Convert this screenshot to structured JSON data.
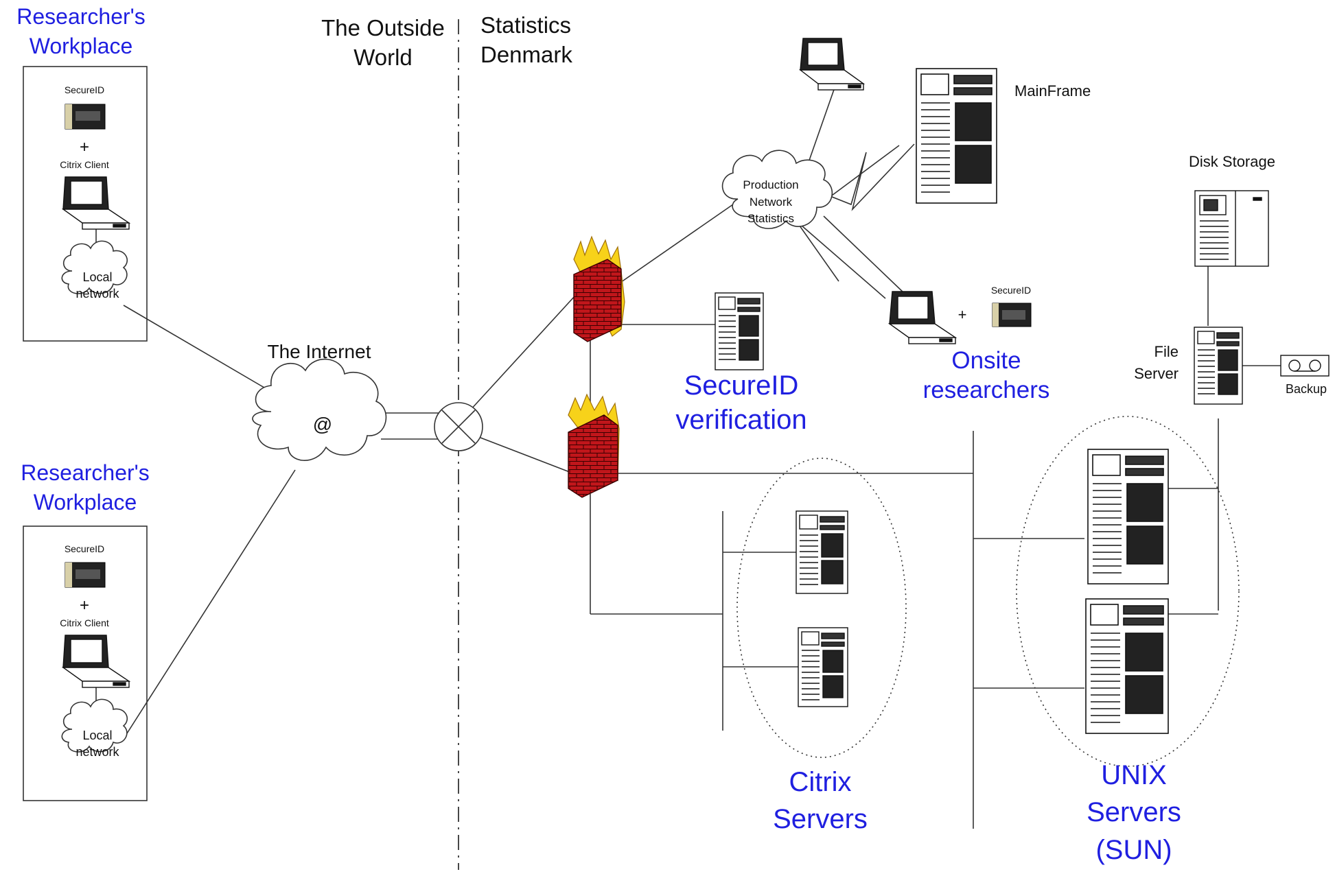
{
  "zones": {
    "outside_world": [
      "The Outside",
      "World"
    ],
    "statistics_denmark": [
      "Statistics",
      "Denmark"
    ]
  },
  "workplace_top": {
    "title": [
      "Researcher's",
      "Workplace"
    ],
    "secureid_label": "SecureID",
    "plus": "+",
    "citrix_label": "Citrix Client",
    "network_label": [
      "Local",
      "network"
    ]
  },
  "workplace_bottom": {
    "title": [
      "Researcher's",
      "Workplace"
    ],
    "secureid_label": "SecureID",
    "plus": "+",
    "citrix_label": "Citrix Client",
    "network_label": [
      "Local",
      "network"
    ]
  },
  "internet": {
    "label": "The Internet",
    "symbol": "@"
  },
  "production_network": [
    "Production",
    "Network",
    "Statistics"
  ],
  "mainframe": "MainFrame",
  "disk_storage": "Disk Storage",
  "file_server": [
    "File",
    "Server"
  ],
  "backup": "Backup",
  "onsite": {
    "secureid_label": "SecureID",
    "plus": "+",
    "label": [
      "Onsite",
      "researchers"
    ]
  },
  "secureid_verification": [
    "SecureID",
    "verification"
  ],
  "citrix_servers": [
    "Citrix",
    "Servers"
  ],
  "unix_servers": [
    "UNIX",
    "Servers",
    "(SUN)"
  ],
  "colors": {
    "accent_text": "#1f1fe0",
    "firewall_brick": "#c0161b",
    "flame": "#f7d21a",
    "line": "#333333"
  }
}
